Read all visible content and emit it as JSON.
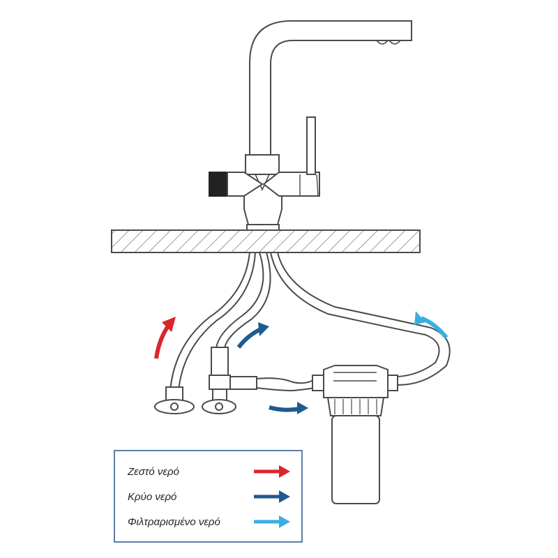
{
  "legend": {
    "items": [
      {
        "label": "Ζεστό νερό",
        "color": "#d9262c"
      },
      {
        "label": "Κρύο νερό",
        "color": "#1f5a8e"
      },
      {
        "label": "Φιλτραρισμένο νερό",
        "color": "#3aaee0"
      }
    ]
  },
  "colors": {
    "hot": "#d9262c",
    "cold": "#1f5a8e",
    "filtered": "#3aaee0",
    "line": "#4a4a4a"
  },
  "icons": [
    "hot-flow-arrow",
    "cold-flow-arrow",
    "filtered-flow-arrow"
  ]
}
